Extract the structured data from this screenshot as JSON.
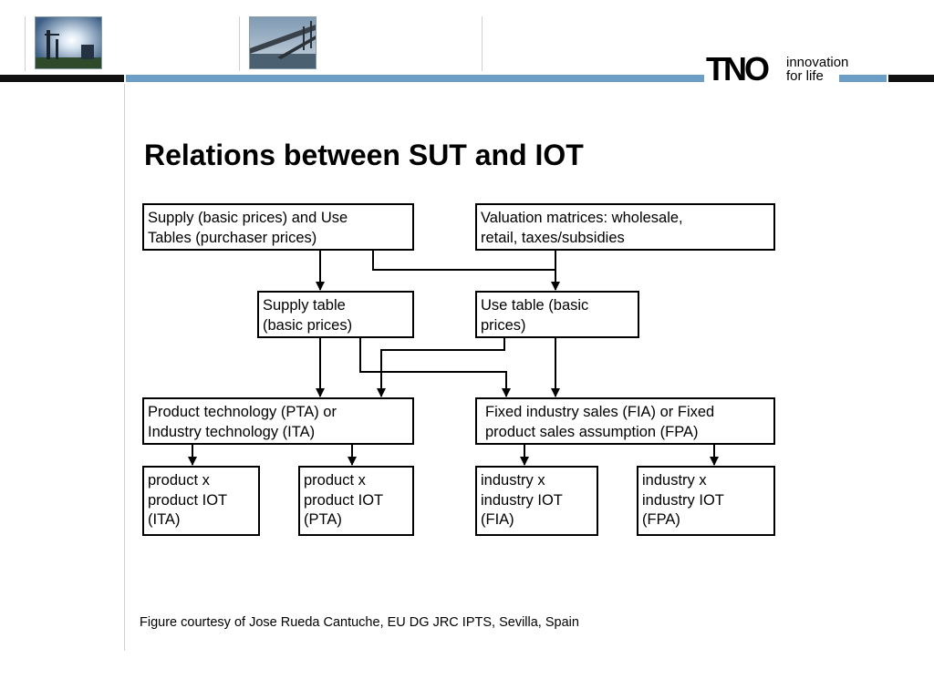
{
  "brand": {
    "logo_mark": "TNO",
    "tagline_line1": "innovation",
    "tagline_line2": "for life",
    "colors": {
      "band_blue": "#6c9ec6",
      "band_black": "#111111"
    }
  },
  "header_photos": [
    {
      "icon": "power-plant-photo"
    },
    {
      "icon": "bridge-photo"
    }
  ],
  "slide": {
    "title": "Relations between SUT and IOT",
    "caption": "Figure courtesy of Jose Rueda Cantuche, EU DG JRC IPTS, Sevilla, Spain"
  },
  "diagram": {
    "boxes": {
      "sut": "Supply (basic prices) and Use\nTables (purchaser prices)",
      "valuation": "Valuation matrices: wholesale,\nretail, taxes/subsidies",
      "supply_table": "Supply table\n(basic prices)",
      "use_table": "Use table (basic\nprices)",
      "tech": "Product technology (PTA) or\nIndustry technology (ITA)",
      "sales": "Fixed industry sales (FIA) or Fixed\nproduct sales assumption (FPA)",
      "piot_ita": "product x\nproduct IOT\n(ITA)",
      "piot_pta": "product x\nproduct IOT\n(PTA)",
      "iiot_fia": "industry x\nindustry  IOT\n(FIA)",
      "iiot_fpa": "industry x\nindustry  IOT\n(FPA)"
    }
  }
}
